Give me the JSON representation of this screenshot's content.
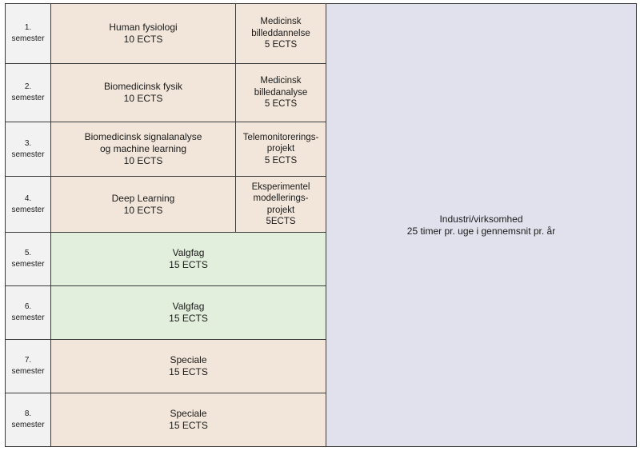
{
  "semesters": [
    {
      "num": "1.",
      "label": "semester"
    },
    {
      "num": "2.",
      "label": "semester"
    },
    {
      "num": "3.",
      "label": "semester"
    },
    {
      "num": "4.",
      "label": "semester"
    },
    {
      "num": "5.",
      "label": "semester"
    },
    {
      "num": "6.",
      "label": "semester"
    },
    {
      "num": "7.",
      "label": "semester"
    },
    {
      "num": "8.",
      "label": "semester"
    }
  ],
  "courses": {
    "s1_main": [
      "Human fysiologi",
      "10 ECTS"
    ],
    "s1_side": [
      "Medicinsk",
      "billeddannelse",
      "5 ECTS"
    ],
    "s2_main": [
      "Biomedicinsk fysik",
      "10 ECTS"
    ],
    "s2_side": [
      "Medicinsk",
      "billedanalyse",
      "5 ECTS"
    ],
    "s3_main": [
      "Biomedicinsk signalanalyse",
      "og machine learning",
      "10 ECTS"
    ],
    "s3_side": [
      "Telemonitorerings-",
      "projekt",
      "5 ECTS"
    ],
    "s4_main": [
      "Deep Learning",
      "10 ECTS"
    ],
    "s4_side": [
      "Eksperimentel",
      "modellerings-",
      "projekt",
      "5ECTS"
    ],
    "s5": [
      "Valgfag",
      "15 ECTS"
    ],
    "s6": [
      "Valgfag",
      "15 ECTS"
    ],
    "s7": [
      "Speciale",
      "15 ECTS"
    ],
    "s8": [
      "Speciale",
      "15 ECTS"
    ]
  },
  "industry": [
    "Industri/virksomhed",
    "25 timer pr. uge i gennemsnit pr. år"
  ],
  "colors": {
    "course": "#f2e6da",
    "elective": "#e2efdc",
    "industry": "#e1e1ee",
    "semester_label": "#f2f2f2"
  }
}
